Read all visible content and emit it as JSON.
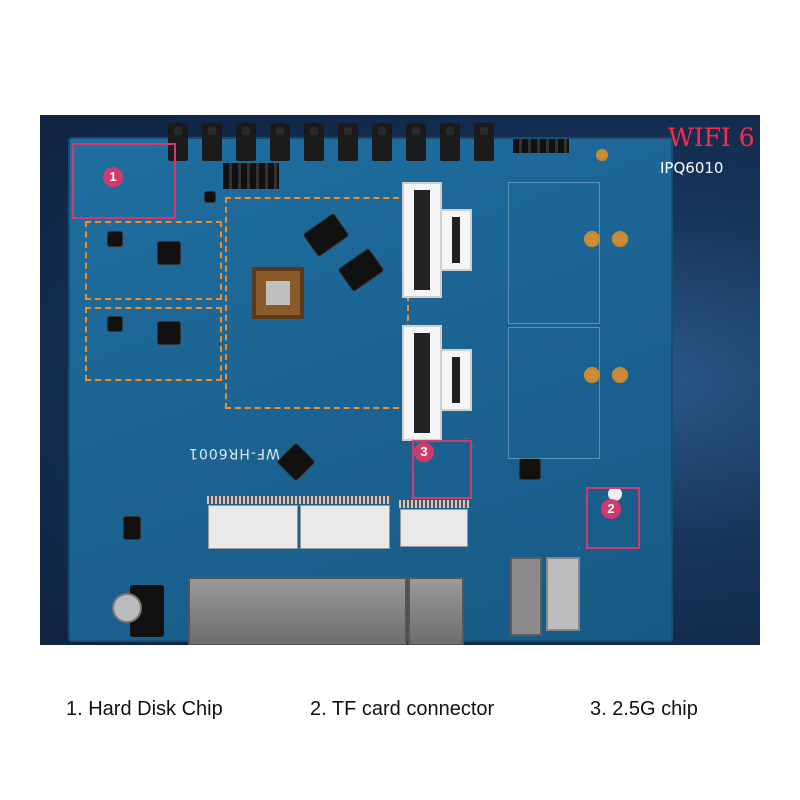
{
  "overlay": {
    "title": "WIFI 6",
    "subtitle": "IPQ6010",
    "colors": {
      "title": "#ff2a4a",
      "callout": "#d23a6b",
      "dashed_box": "#f28c28"
    }
  },
  "board": {
    "silk_main": "WF-HR6001"
  },
  "markers": [
    "1",
    "2",
    "3"
  ],
  "caption": {
    "items": [
      "1. Hard Disk Chip",
      "2. TF card connector",
      "3. 2.5G chip"
    ]
  }
}
